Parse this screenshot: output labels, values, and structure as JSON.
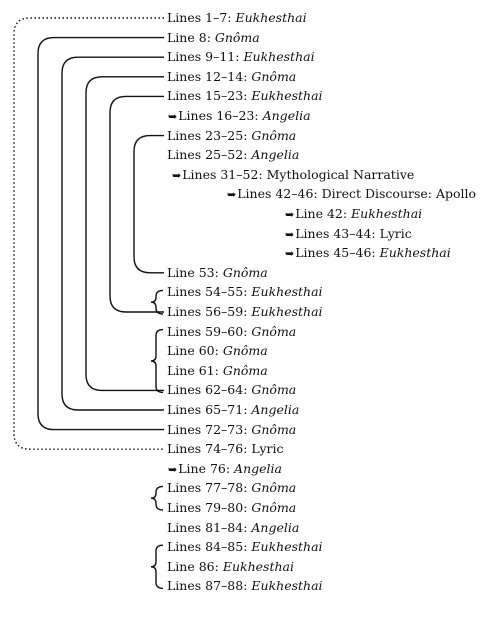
{
  "entries": [
    {
      "lines": "Lines 1–7",
      "genre": "Eukhesthai",
      "italic": true,
      "indent": 0,
      "arrow": false
    },
    {
      "lines": "Line 8",
      "genre": "Gnôma",
      "italic": true,
      "indent": 0,
      "arrow": false
    },
    {
      "lines": "Lines 9–11",
      "genre": "Eukhesthai",
      "italic": true,
      "indent": 0,
      "arrow": false
    },
    {
      "lines": "Lines 12–14",
      "genre": "Gnôma",
      "italic": true,
      "indent": 0,
      "arrow": false
    },
    {
      "lines": "Lines 15–23",
      "genre": "Eukhesthai",
      "italic": true,
      "indent": 0,
      "arrow": false
    },
    {
      "lines": "Lines 16–23",
      "genre": "Angelia",
      "italic": true,
      "indent": 0,
      "arrow": true
    },
    {
      "lines": "Lines 23–25",
      "genre": "Gnôma",
      "italic": true,
      "indent": 0,
      "arrow": false
    },
    {
      "lines": "Lines 25–52",
      "genre": "Angelia",
      "italic": true,
      "indent": 0,
      "arrow": false
    },
    {
      "lines": "Lines 31–52",
      "genre": "Mythological Narrative",
      "italic": false,
      "indent": 1,
      "arrow": true
    },
    {
      "lines": "Lines 42–46",
      "genre": "Direct Discourse: Apollo",
      "italic": false,
      "indent": 2,
      "arrow": true
    },
    {
      "lines": "Line 42",
      "genre": "Eukhesthai",
      "italic": true,
      "indent": 3,
      "arrow": true
    },
    {
      "lines": "Lines 43–44",
      "genre": "Lyric",
      "italic": false,
      "indent": 3,
      "arrow": true
    },
    {
      "lines": "Lines 45–46",
      "genre": "Eukhesthai",
      "italic": true,
      "indent": 3,
      "arrow": true
    },
    {
      "lines": "Line 53",
      "genre": "Gnôma",
      "italic": true,
      "indent": 0,
      "arrow": false
    },
    {
      "lines": "Lines 54–55",
      "genre": "Eukhesthai",
      "italic": true,
      "indent": 0,
      "arrow": false
    },
    {
      "lines": "Lines 56–59",
      "genre": "Eukhesthai",
      "italic": true,
      "indent": 0,
      "arrow": false
    },
    {
      "lines": "Lines 59–60",
      "genre": "Gnôma",
      "italic": true,
      "indent": 0,
      "arrow": false
    },
    {
      "lines": "Line 60",
      "genre": "Gnôma",
      "italic": true,
      "indent": 0,
      "arrow": false
    },
    {
      "lines": "Line 61",
      "genre": "Gnôma",
      "italic": true,
      "indent": 0,
      "arrow": false
    },
    {
      "lines": "Lines 62–64",
      "genre": "Gnôma",
      "italic": true,
      "indent": 0,
      "arrow": false
    },
    {
      "lines": "Lines 65–71",
      "genre": "Angelia",
      "italic": true,
      "indent": 0,
      "arrow": false
    },
    {
      "lines": "Lines 72–73",
      "genre": "Gnôma",
      "italic": true,
      "indent": 0,
      "arrow": false
    },
    {
      "lines": "Lines 74–76",
      "genre": "Lyric",
      "italic": false,
      "indent": 0,
      "arrow": false
    },
    {
      "lines": "Line 76",
      "genre": "Angelia",
      "italic": true,
      "indent": 0,
      "arrow": true
    },
    {
      "lines": "Lines 77–78",
      "genre": "Gnôma",
      "italic": true,
      "indent": 0,
      "arrow": false
    },
    {
      "lines": "Lines 79–80",
      "genre": "Gnôma",
      "italic": true,
      "indent": 0,
      "arrow": false
    },
    {
      "lines": "Lines 81–84",
      "genre": "Angelia",
      "italic": true,
      "indent": 0,
      "arrow": false
    },
    {
      "lines": "Lines 84–85",
      "genre": "Eukhesthai",
      "italic": true,
      "indent": 0,
      "arrow": false
    },
    {
      "lines": "Line 86",
      "genre": "Eukhesthai",
      "italic": true,
      "indent": 0,
      "arrow": false
    },
    {
      "lines": "Lines 87–88",
      "genre": "Eukhesthai",
      "italic": true,
      "indent": 0,
      "arrow": false
    }
  ],
  "ring_links": [
    {
      "from": 0,
      "to": 22,
      "style": "dotted"
    },
    {
      "from": 1,
      "to": 21,
      "style": "solid"
    },
    {
      "from": 2,
      "to": 20,
      "style": "solid"
    },
    {
      "from": 3,
      "to": 19,
      "style": "solid"
    },
    {
      "from": 4,
      "to": 15,
      "style": "solid"
    },
    {
      "from": 6,
      "to": 13,
      "style": "solid"
    }
  ],
  "groups": [
    {
      "from": 14,
      "to": 15
    },
    {
      "from": 16,
      "to": 19
    },
    {
      "from": 24,
      "to": 25
    },
    {
      "from": 27,
      "to": 29
    }
  ],
  "arrow_glyph": "➥"
}
